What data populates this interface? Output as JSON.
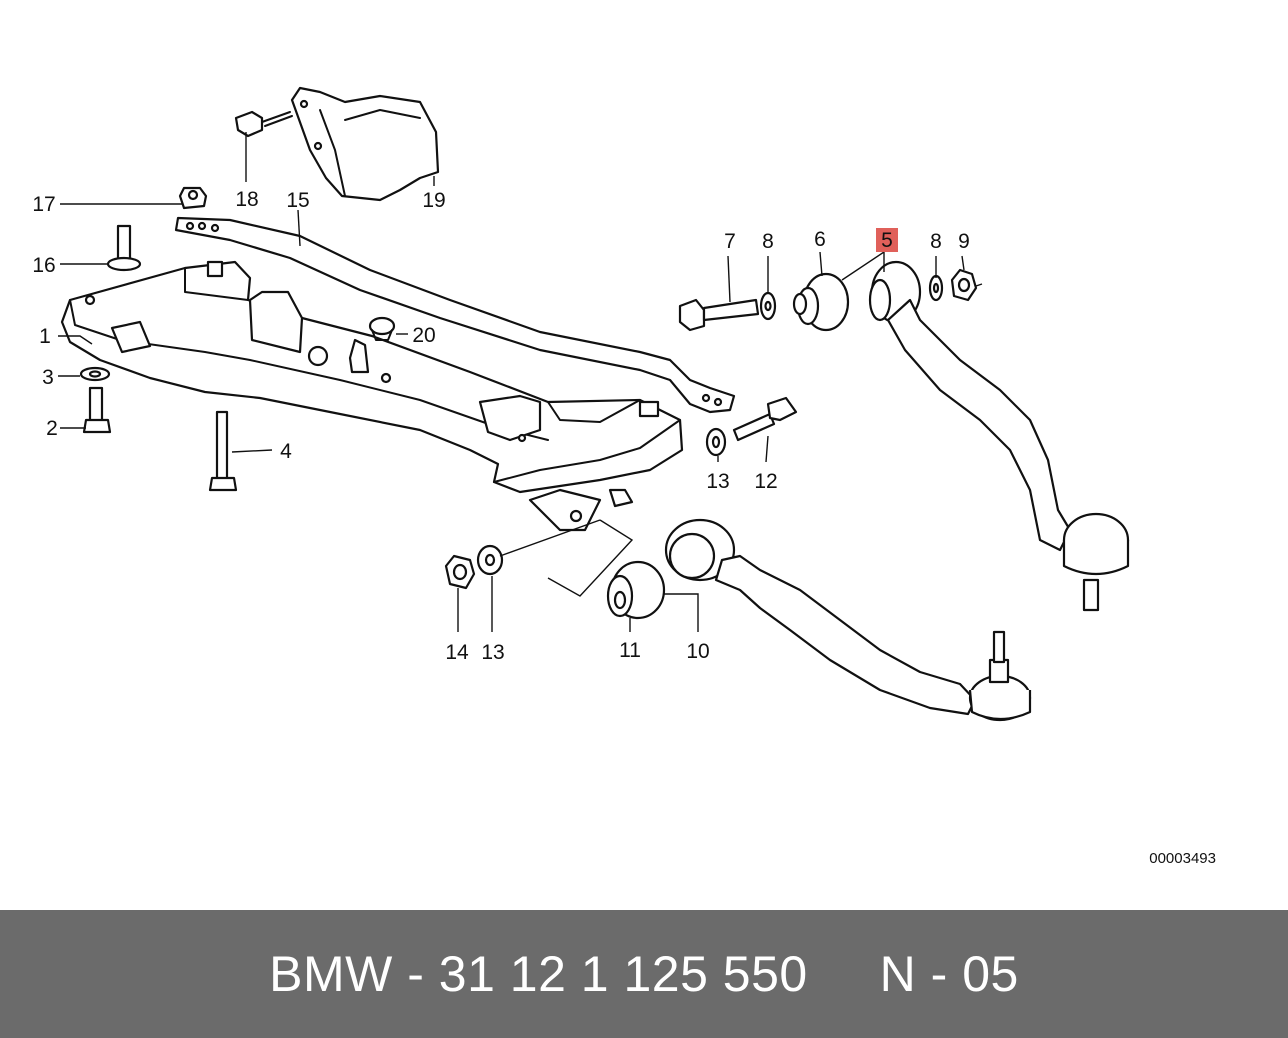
{
  "diagram": {
    "part_labels": [
      "1",
      "2",
      "3",
      "4",
      "5",
      "6",
      "7",
      "8",
      "8",
      "9",
      "10",
      "11",
      "12",
      "13",
      "13",
      "14",
      "15",
      "16",
      "17",
      "18",
      "19",
      "20"
    ],
    "highlighted_label": "5",
    "highlight_color": "#e0605a",
    "reference_number": "00003493"
  },
  "footer": {
    "text": "BMW - 31 12 1 125 550     N - 05",
    "background_color": "#6b6b6b",
    "text_color": "#ffffff"
  }
}
